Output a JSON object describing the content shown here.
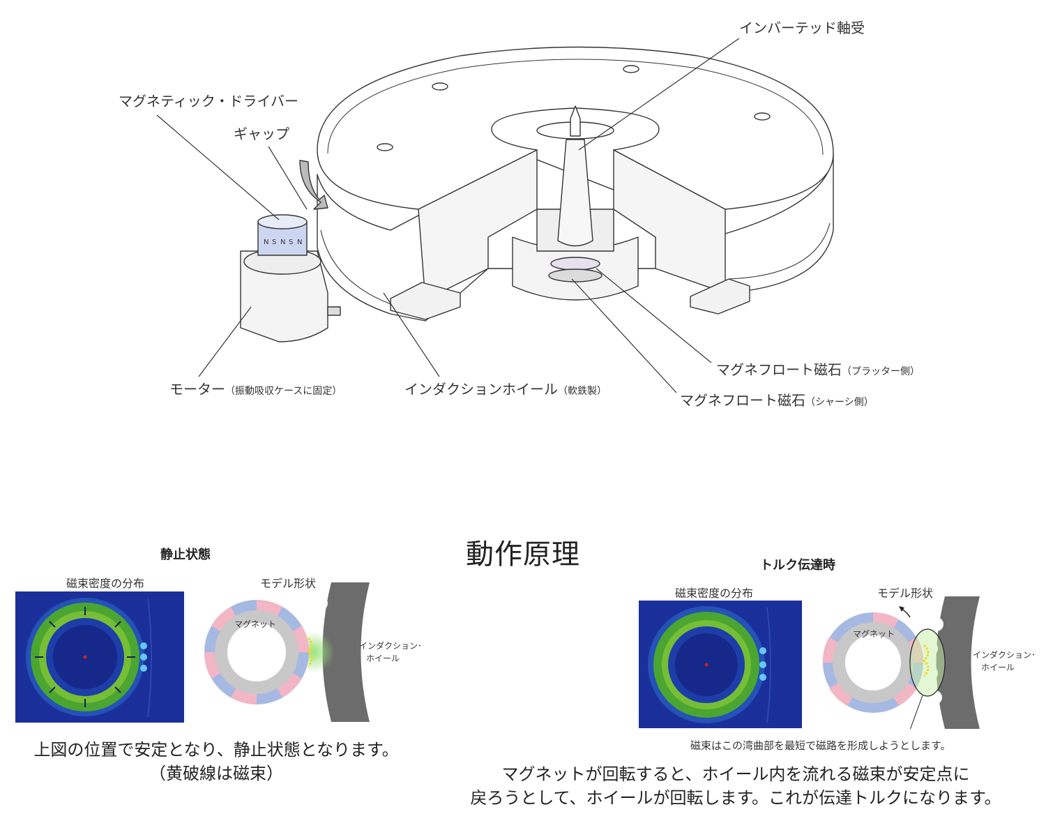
{
  "labels": {
    "inverted_bearing": "インバーテッド軸受",
    "magnetic_driver": "マグネティック・ドライバー",
    "gap": "ギャップ",
    "motor": "モーター",
    "motor_note": "（振動吸収ケースに固定）",
    "induction_wheel": "インダクションホイール",
    "induction_wheel_note": "（軟鉄製）",
    "magnefloat_platter": "マグネフロート磁石",
    "magnefloat_platter_note": "（プラッター側）",
    "magnefloat_chassis": "マグネフロート磁石",
    "magnefloat_chassis_note": "（シャーシ側）",
    "magnet_letters": [
      "N",
      "S",
      "N",
      "S",
      "N"
    ]
  },
  "principle": {
    "title": "動作原理",
    "static": {
      "title": "静止状態",
      "flux_label": "磁束密度の分布",
      "model_label": "モデル形状",
      "magnet_label": "マグネット",
      "wheel_label_line1": "インダクション･",
      "wheel_label_line2": "ホイール",
      "caption_line1": "上図の位置で安定となり、静止状態となります。",
      "caption_line2": "（黄破線は磁束）"
    },
    "torque": {
      "title": "トルク伝達時",
      "flux_label": "磁束密度の分布",
      "model_label": "モデル形状",
      "magnet_label": "マグネット",
      "wheel_label_line1": "インダクション･",
      "wheel_label_line2": "ホイール",
      "note": "磁束はこの湾曲部を最短で磁路を形成しようとします。",
      "caption_line1": "マグネットが回転すると、ホイール内を流れる磁束が安定点に",
      "caption_line2": "戻ろうとして、ホイールが回転します。これが伝達トルクになります。"
    }
  },
  "colors": {
    "line": "#333333",
    "field_bg": "#1b2f9a",
    "field_ring": "#4aa631",
    "magnet_blue": "#a6b9e2",
    "magnet_pink": "#f2b6c5",
    "ring_gray": "#c8c8c8",
    "wheel_gray": "#6c6c6c",
    "flux_yellow": "#f0d81e"
  }
}
